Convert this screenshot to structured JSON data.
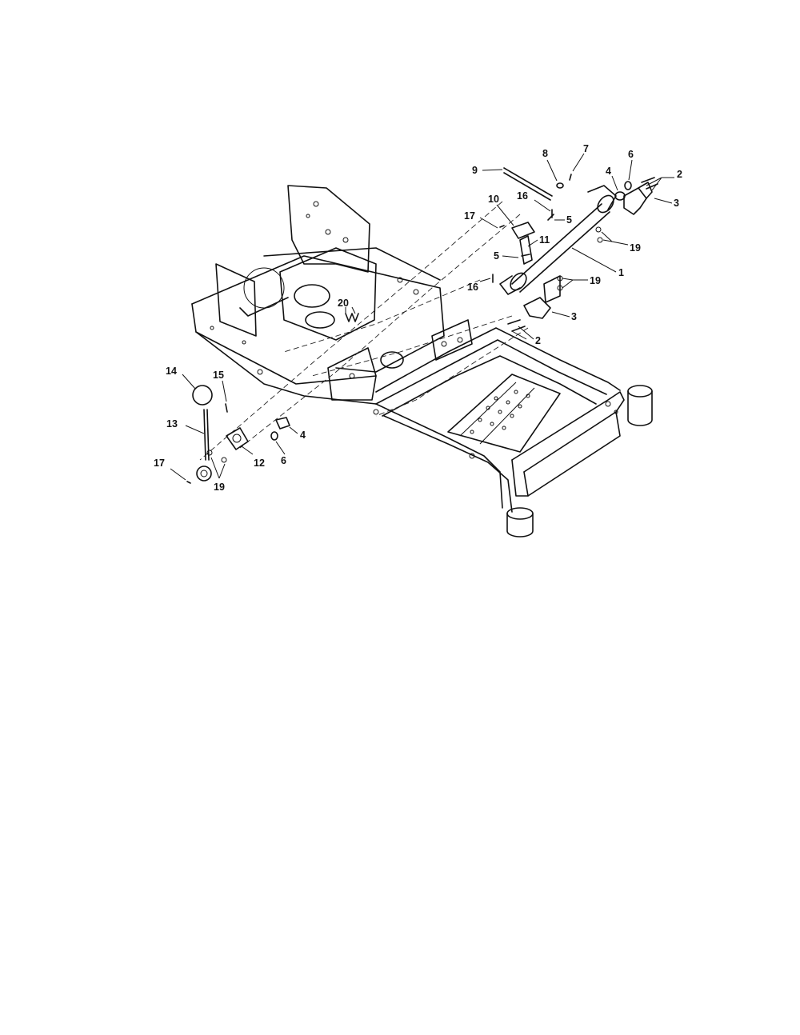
{
  "callouts": [
    {
      "id": "c1",
      "text": "1"
    },
    {
      "id": "c2a",
      "text": "2"
    },
    {
      "id": "c2b",
      "text": "2"
    },
    {
      "id": "c3a",
      "text": "3"
    },
    {
      "id": "c3b",
      "text": "3"
    },
    {
      "id": "c4a",
      "text": "4"
    },
    {
      "id": "c4b",
      "text": "4"
    },
    {
      "id": "c5a",
      "text": "5"
    },
    {
      "id": "c5b",
      "text": "5"
    },
    {
      "id": "c6a",
      "text": "6"
    },
    {
      "id": "c6b",
      "text": "6"
    },
    {
      "id": "c7",
      "text": "7"
    },
    {
      "id": "c8",
      "text": "8"
    },
    {
      "id": "c9",
      "text": "9"
    },
    {
      "id": "c10",
      "text": "10"
    },
    {
      "id": "c11",
      "text": "11"
    },
    {
      "id": "c12",
      "text": "12"
    },
    {
      "id": "c13",
      "text": "13"
    },
    {
      "id": "c14",
      "text": "14"
    },
    {
      "id": "c15",
      "text": "15"
    },
    {
      "id": "c16a",
      "text": "16"
    },
    {
      "id": "c16b",
      "text": "16"
    },
    {
      "id": "c17a",
      "text": "17"
    },
    {
      "id": "c17b",
      "text": "17"
    },
    {
      "id": "c19a",
      "text": "19"
    },
    {
      "id": "c19b",
      "text": "19"
    },
    {
      "id": "c19c",
      "text": "19"
    },
    {
      "id": "c20",
      "text": "20"
    }
  ]
}
